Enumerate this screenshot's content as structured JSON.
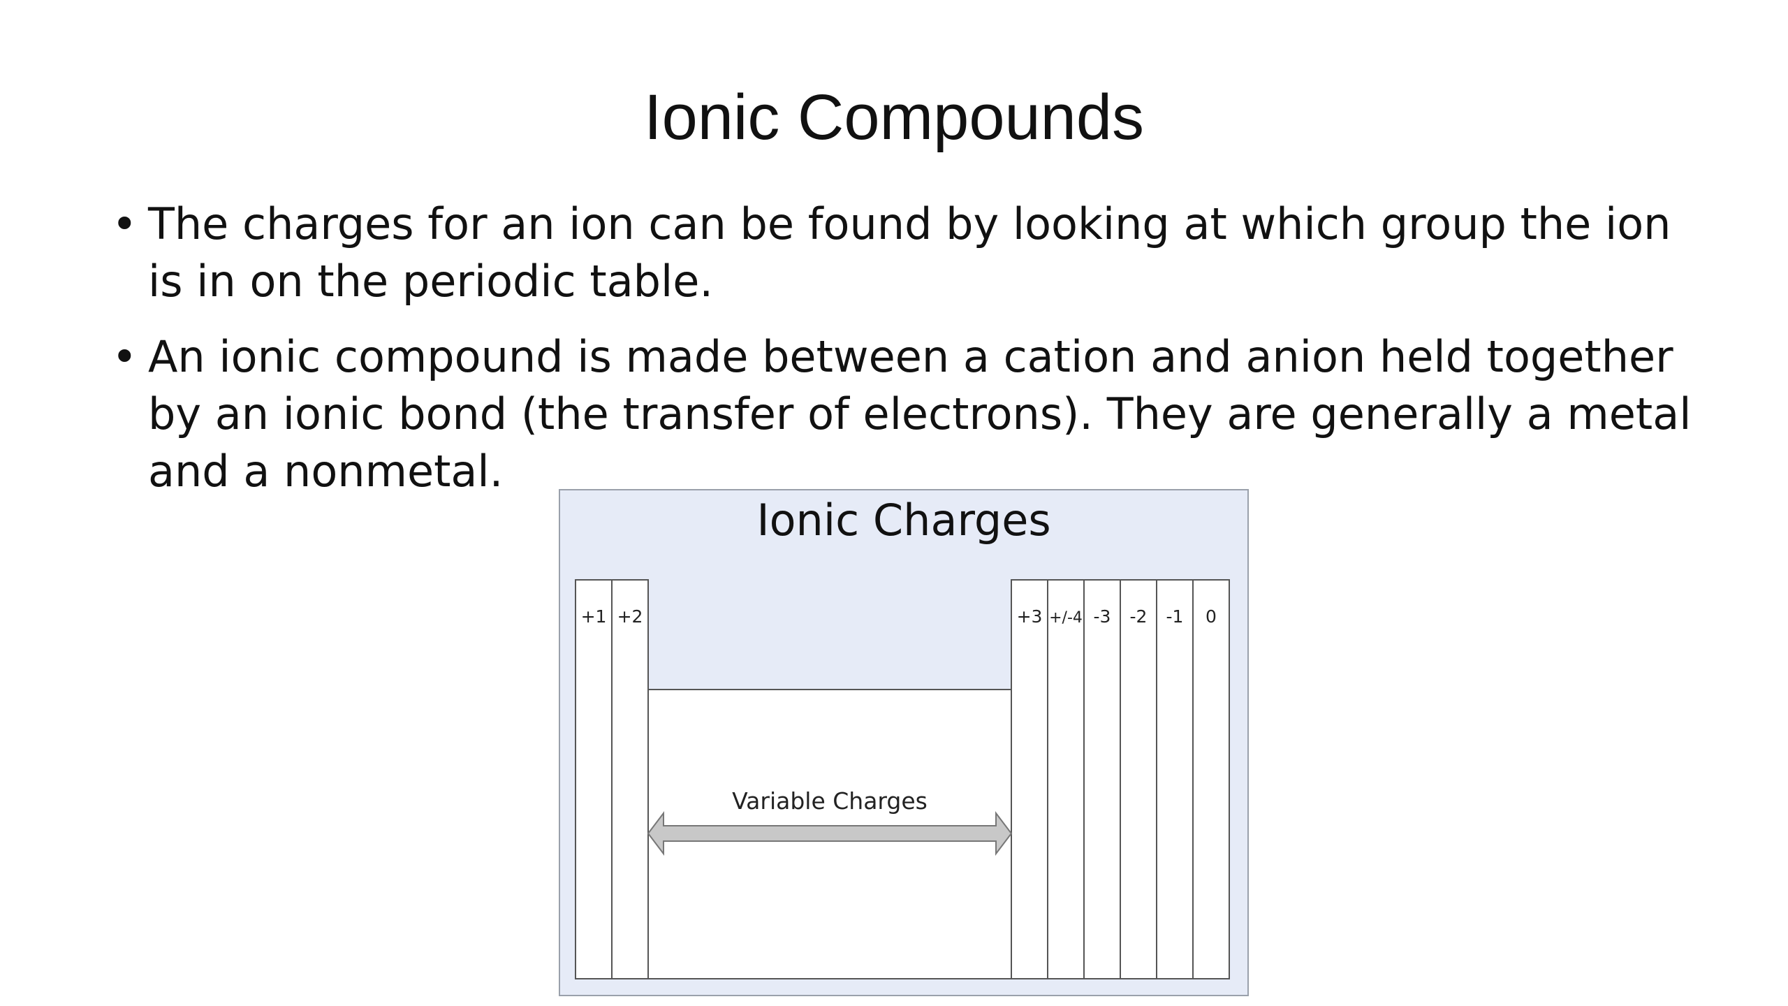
{
  "slide": {
    "title": "Ionic Compounds",
    "bullets": [
      "The charges for an ion can be found by looking at which group the ion is in on the periodic table.",
      "An ionic compound is made between a cation and anion held together by an ionic bond (the transfer of electrons). They are generally a metal and a nonmetal."
    ]
  },
  "diagram": {
    "title": "Ionic Charges",
    "left_groups": [
      "+1",
      "+2"
    ],
    "right_groups": [
      "+3",
      "+/-4",
      "-3",
      "-2",
      "-1",
      "0"
    ],
    "transition_label": "Variable Charges",
    "colors": {
      "panel_background": "#e6ebf7",
      "panel_border": "#9aa0ab",
      "cell_background": "#ffffff",
      "cell_border": "#555555",
      "arrow_fill": "#c8c8c8",
      "arrow_stroke": "#777777"
    }
  }
}
